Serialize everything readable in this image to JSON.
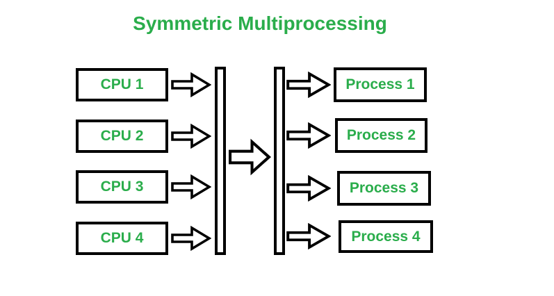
{
  "title": "Symmetric Multiprocessing",
  "colors": {
    "text_green": "#2aad4b",
    "outline_black": "#000000",
    "background": "#ffffff"
  },
  "cpus": [
    {
      "label": "CPU 1"
    },
    {
      "label": "CPU 2"
    },
    {
      "label": "CPU 3"
    },
    {
      "label": "CPU 4"
    }
  ],
  "processes": [
    {
      "label": "Process 1"
    },
    {
      "label": "Process 2"
    },
    {
      "label": "Process 3"
    },
    {
      "label": "Process 4"
    }
  ]
}
